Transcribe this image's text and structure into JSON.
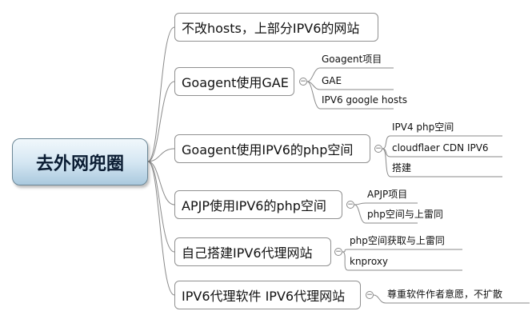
{
  "root": {
    "label": "去外网兜圈"
  },
  "branches": [
    {
      "label": "不改hosts，上部分IPV6的网站",
      "children": []
    },
    {
      "label": "Goagent使用GAE",
      "children": [
        "Goagent项目",
        "GAE",
        "IPV6 google hosts"
      ]
    },
    {
      "label": "Goagent使用IPV6的php空间",
      "children": [
        "IPV4 php空间",
        "cloudflaer CDN IPV6",
        "搭建"
      ]
    },
    {
      "label": "APJP使用IPV6的php空间",
      "children": [
        "APJP项目",
        "php空间与上雷同"
      ]
    },
    {
      "label": "自己搭建IPV6代理网站",
      "children": [
        "php空间获取与上雷同",
        "knproxy"
      ]
    },
    {
      "label": "IPV6代理软件 IPV6代理网站",
      "children": [
        "尊重软件作者意愿，不扩散"
      ]
    }
  ],
  "colors": {
    "line": "#8a8a8a",
    "root_border": "#6c8796",
    "node_border": "#909090"
  },
  "icons": {
    "collapse_toggle": "minus-circle-icon"
  }
}
